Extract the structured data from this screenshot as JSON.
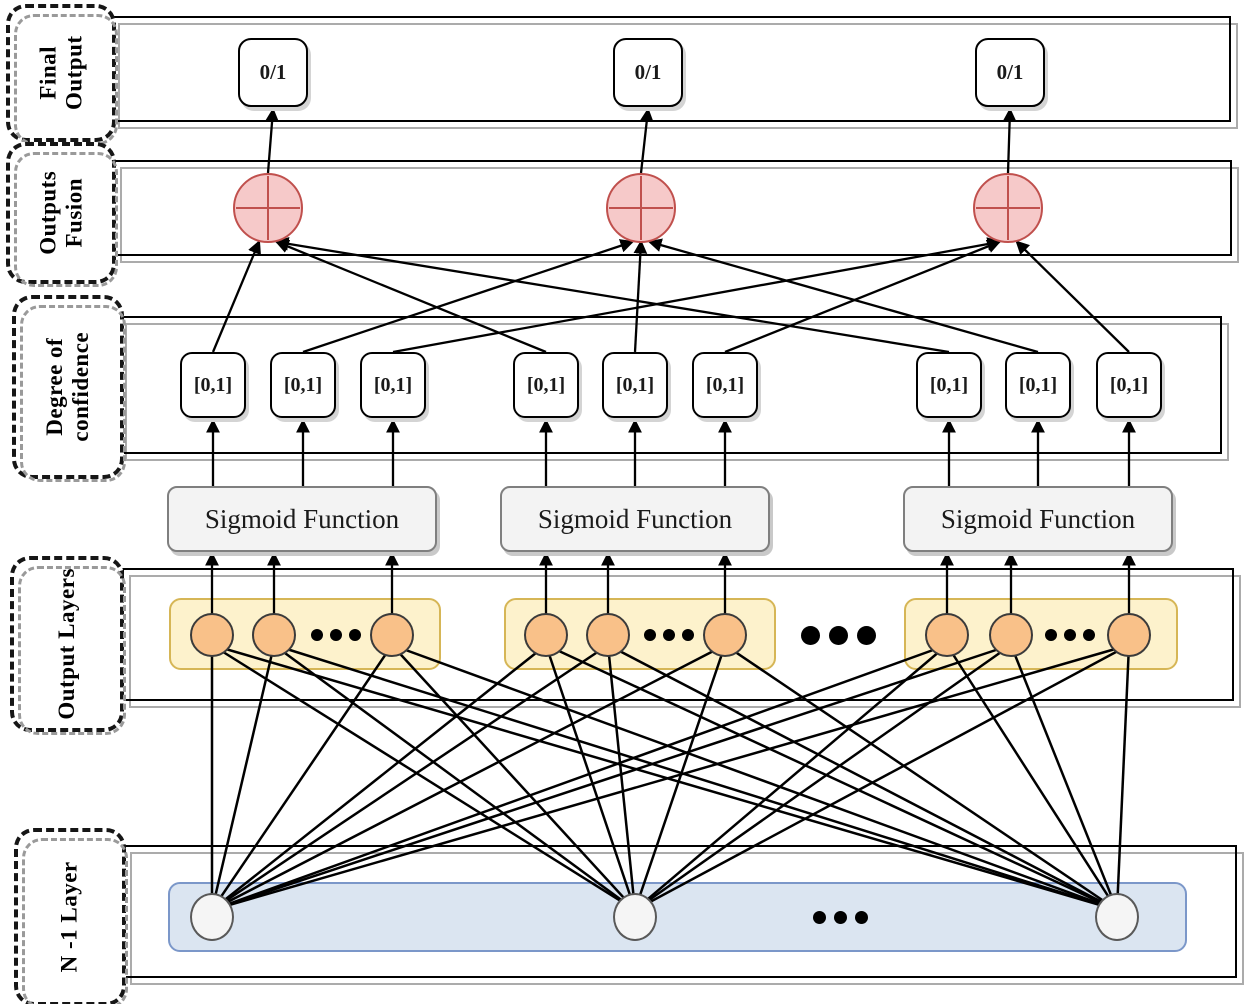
{
  "row_labels": [
    {
      "id": "final-output",
      "lines": [
        "Final",
        "Output"
      ]
    },
    {
      "id": "outputs-fusion",
      "lines": [
        "Outputs",
        "Fusion"
      ]
    },
    {
      "id": "degree-of-confidence",
      "lines": [
        "Degree of",
        "confidence"
      ]
    },
    {
      "id": "output-layers",
      "lines": [
        "Output Layers"
      ]
    },
    {
      "id": "n-1-layer",
      "lines": [
        "N -1 Layer"
      ]
    }
  ],
  "node_labels": {
    "final_output": "0/1",
    "confidence": "[0,1]",
    "sigmoid": "Sigmoid Function"
  },
  "counts": {
    "final_output_boxes": 3,
    "fusion_nodes": 3,
    "confidence_groups": 3,
    "confidence_boxes_per_group": 3,
    "sigmoid_functions": 3,
    "output_neuron_groups": 3,
    "visible_neurons_per_group": 3,
    "bottom_layer_neurons": 3
  },
  "colors": {
    "fusion_fill": "#f6c9c9",
    "fusion_stroke": "#c0504d",
    "group_fill": "#fdf2cc",
    "group_stroke": "#d6b656",
    "neuron_fill": "#f9c189",
    "neuron_stroke": "#3b3b3b",
    "bottom_fill": "#f5f5f5",
    "bottom_stroke": "#595959",
    "bottom_group_fill": "#dbe5f1",
    "bottom_group_stroke": "#7b97c9",
    "wire": "#000000"
  }
}
